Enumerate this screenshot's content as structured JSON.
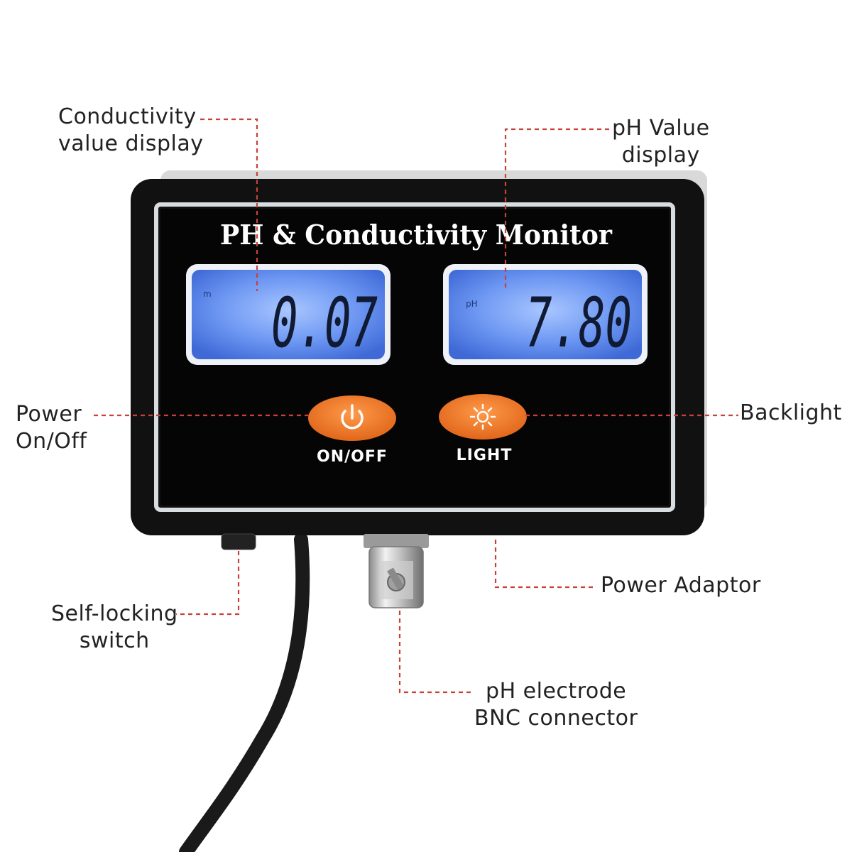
{
  "device": {
    "title": "PH & Conductivity Monitor",
    "conductivity_reading": "0.07",
    "ph_reading": "7.80",
    "conductivity_unit_mark": "m",
    "ph_unit_mark": "pH",
    "power_button_label": "ON/OFF",
    "light_button_label": "LIGHT",
    "power_icon": "power-icon",
    "light_icon": "sun-icon"
  },
  "callouts": {
    "conductivity_display": [
      "Conductivity",
      "value display"
    ],
    "ph_display": [
      "pH Value",
      "display"
    ],
    "power": [
      "Power",
      "On/Off"
    ],
    "backlight": [
      "Backlight"
    ],
    "power_adaptor": [
      "Power Adaptor"
    ],
    "self_locking": [
      "Self-locking",
      "switch"
    ],
    "bnc": [
      "pH electrode",
      "BNC connector"
    ]
  },
  "colors": {
    "leader_line": "#c8413b",
    "button_orange": "#f07a26",
    "lcd_blue": "#5f8df0",
    "housing": "#111111"
  }
}
